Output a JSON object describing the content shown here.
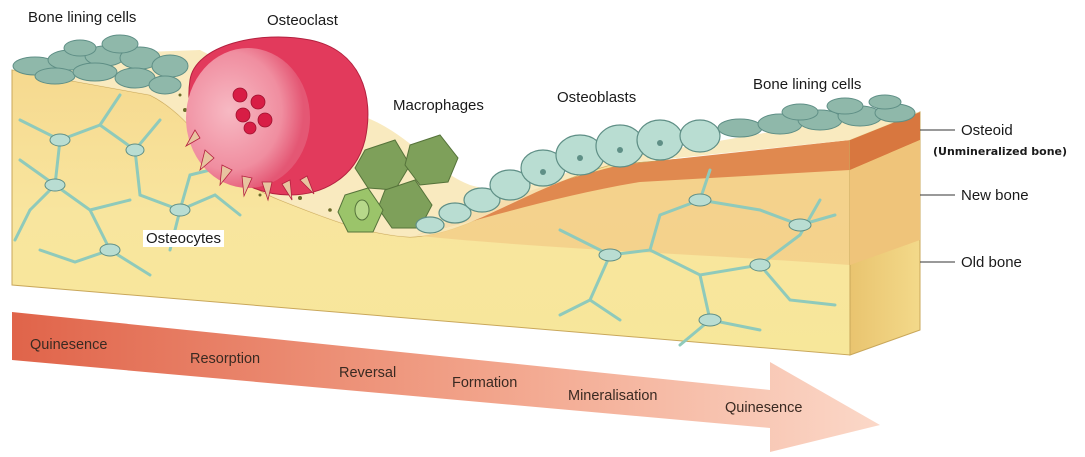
{
  "labels": {
    "bone_lining_cells_left": "Bone lining cells",
    "osteoclast": "Osteoclast",
    "macrophages": "Macrophages",
    "osteoblasts": "Osteoblasts",
    "bone_lining_cells_right": "Bone lining cells",
    "osteocytes": "Osteocytes",
    "osteoid": "Osteoid",
    "osteoid_sub": "(Unmineralized bone)",
    "new_bone": "New bone",
    "old_bone": "Old bone"
  },
  "phases": [
    "Quinesence",
    "Resorption",
    "Reversal",
    "Formation",
    "Mineralisation",
    "Quinesence"
  ],
  "colors": {
    "old_bone": "#f7e79a",
    "new_bone": "#f3cf8a",
    "osteoid": "#e0894f",
    "cell_fill": "#b9ddd2",
    "cell_stroke": "#5f8f86",
    "lining_cell": "#8fb8aa",
    "osteoclast": "#e23a5c",
    "macrophage": "#7ea05a",
    "arrow_start": "#e0644a",
    "arrow_end": "#fbd8c8"
  }
}
